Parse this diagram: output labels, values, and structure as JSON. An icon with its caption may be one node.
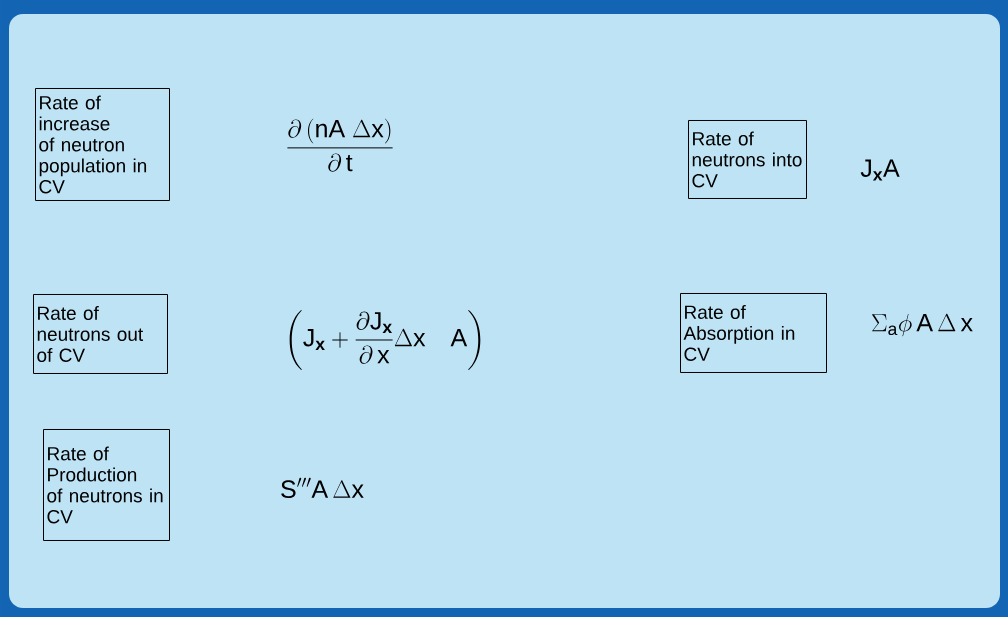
{
  "diagram": {
    "nodes": [
      {
        "text": [
          "Rate of increase of neutron population in CV"
        ]
      },
      {
        "text": [
          "Rate of neutrons into CV"
        ]
      },
      {
        "text": [
          "Rate of neutrons out of CV"
        ]
      },
      {
        "text": [
          "Rate of Absorption in CV"
        ]
      },
      {
        "text": [
          "Rate of Production of neutrons in CV"
        ]
      }
    ],
    "labels": [
      "\\frac{\\partial\\,(\\mathrm{nA}\\ \\Delta \\mathrm{x})}{\\partial\\, \\mathrm{t}}",
      "\\mathrm{J}_{\\mathbf{x}}\\mathrm{A}",
      "\\left(\\mathrm{J}_{\\mathbf{x}} + \\frac{\\partial \\mathrm{J}_{\\mathbf{x}}}{\\partial\\, \\mathrm{x}}\\Delta \\mathrm{x}\\quad \\mathrm{A}\\right)",
      "\\Sigma_{\\mathrm{a}}\\phi\\,\\mathrm{A}\\,\\Delta\\,\\mathrm{x}",
      "\\mathrm{S}'''\\mathrm{A}\\,\\Delta \\mathrm{x}"
    ]
  }
}
